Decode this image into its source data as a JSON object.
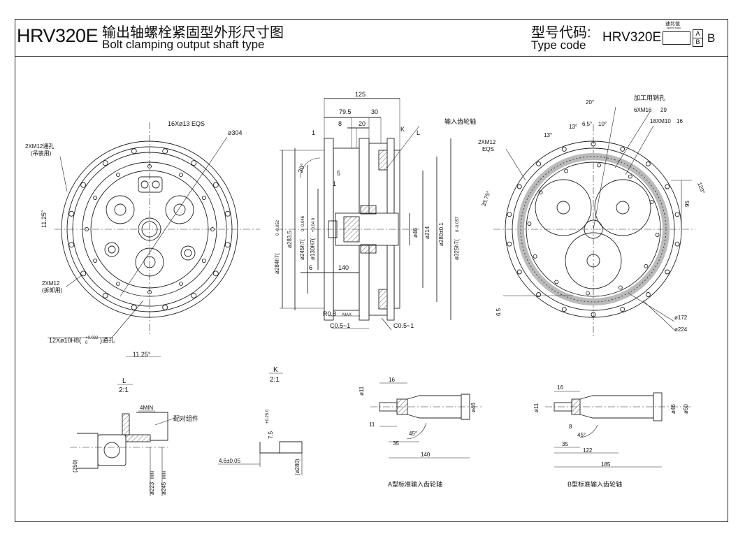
{
  "header": {
    "model_code": "HRV320E",
    "title_cn": "输出轴螺栓紧固型外形尺寸图",
    "title_en": "Bolt clamping output shaft type",
    "type_code_cn": "型号代码:",
    "type_code_en": "Type code",
    "type_code_value": "HRV320E",
    "ratio_label_cn": "速比值",
    "ratio_label_en": "speed ratio",
    "option_a": "A",
    "option_b": "B",
    "option_suffix": "B"
  },
  "front_view": {
    "bolt_circle": "16Xø13  EQS",
    "outer_dia": "ø304",
    "tap_hole_lift": "2XM12通孔",
    "tap_hole_lift_note": "(吊装用)",
    "tap_hole_removal": "2XM12",
    "tap_hole_removal_note": "(拆卸用)",
    "angle_1": "11.25°",
    "angle_2": "11.25°",
    "pin_holes": "12Xø10H8(",
    "pin_holes_tol_upper": "+0.022",
    "pin_holes_tol_lower": "0",
    "pin_holes_suffix": ")通孔"
  },
  "side_view": {
    "dim_125": "125",
    "dim_79_5": "79.5",
    "dim_30": "30",
    "dim_8": "8",
    "dim_20": "20",
    "dim_1a": "1",
    "dim_5": "5",
    "dim_1b": "1",
    "angle_30": "30°",
    "dim_6": "6",
    "dim_140": "140",
    "label_k": "K",
    "label_l": "L",
    "input_shaft": "输入齿轮轴",
    "dia_284": "ø284h7(",
    "dia_284_tol": "0 -0.052",
    "dia_283_5": "ø283.5",
    "dia_245": "ø245h7(",
    "dia_245_tol": "0 -0.046",
    "dia_130": "ø130H7(",
    "dia_130_tol": "+0.04 0",
    "dia_46": "ø46",
    "dia_214": "ø214",
    "dia_280": "ø280±0.1",
    "dia_325": "ø325h7(",
    "dia_325_tol": "0 -0.057",
    "radius": "R0.8",
    "radius_suffix": "MAX",
    "chamfer_left": "C0.5~1",
    "chamfer_right": "C0.5~1"
  },
  "rear_view": {
    "pin_hole": "加工用销孔",
    "tap_6": "6XM16",
    "tap_6_depth": "29",
    "tap_18": "18XM10",
    "tap_18_depth": "16",
    "tap_2": "2XM12",
    "tap_2_eqs": "EQS",
    "angle_20": "20°",
    "angle_13a": "13°",
    "angle_13b": "13°",
    "angle_6_5": "6.5°",
    "angle_10": "10°",
    "angle_33_75": "33.75°",
    "angle_120": "120°",
    "dim_95": "95",
    "dim_6_5": "6.5",
    "dia_172": "ø172",
    "dia_224": "ø224"
  },
  "detail_l": {
    "label": "L",
    "scale": "2:1",
    "min": "4MIN",
    "mating": "配对组件",
    "dim_250": "(250)",
    "dia_223": "ø223",
    "dia_223_suffix": "MIN",
    "dia_245": "ø245",
    "dia_245_suffix": "MIN"
  },
  "detail_k": {
    "label": "K",
    "scale": "2:1",
    "dim_7_5": "7.5",
    "dim_7_5_tol": "+0.25 0",
    "dim_4_6": "4.6±0.05",
    "dim_280": "(ø280)"
  },
  "shaft_a": {
    "title": "A型标准输入齿轮轴",
    "dim_16": "16",
    "dia_11": "ø11",
    "dim_11": "11",
    "dim_35": "35",
    "angle_45": "45°",
    "dim_140": "140",
    "dia_46": "ø46"
  },
  "shaft_b": {
    "title": "B型标准输入齿轮轴",
    "dim_16": "16",
    "dia_11": "ø11",
    "dim_8": "8",
    "angle_45": "45°",
    "dim_35": "35",
    "dim_122": "122",
    "dim_185": "185",
    "dia_46": "ø46",
    "dia_50": "ø50"
  }
}
